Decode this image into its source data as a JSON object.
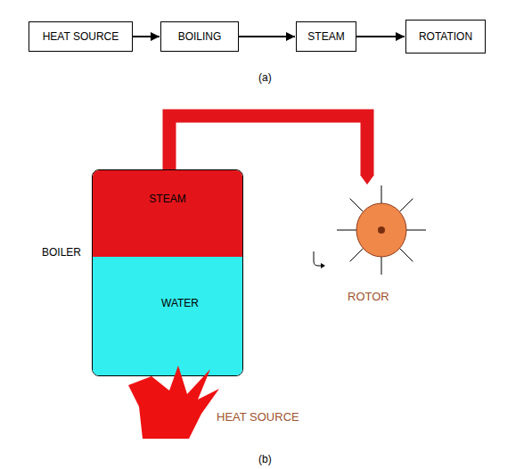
{
  "diagram": {
    "nodes": [
      {
        "text": [
          "HEAT SOURCE"
        ]
      },
      {
        "text": [
          "BOILING"
        ]
      },
      {
        "text": [
          "STEAM"
        ]
      },
      {
        "text": [
          "ROTATION"
        ]
      },
      {
        "text": [
          "BOILER"
        ]
      },
      {
        "text": [
          "STEAM"
        ],
        "in": 4
      },
      {
        "text": [
          "WATER"
        ],
        "in": 4
      },
      {
        "text": [
          "ROTOR"
        ]
      },
      {
        "text": [
          "HEAT SOURCE"
        ]
      }
    ],
    "edges": [
      {
        "from": 0,
        "to": 1,
        "arrow": "to"
      },
      {
        "from": 1,
        "to": 2,
        "arrow": "to"
      },
      {
        "from": 2,
        "to": 3,
        "arrow": "to"
      },
      {
        "from": 5,
        "to": 7,
        "arrow": "none"
      }
    ],
    "labels": [
      "(a)",
      "(b)"
    ]
  }
}
